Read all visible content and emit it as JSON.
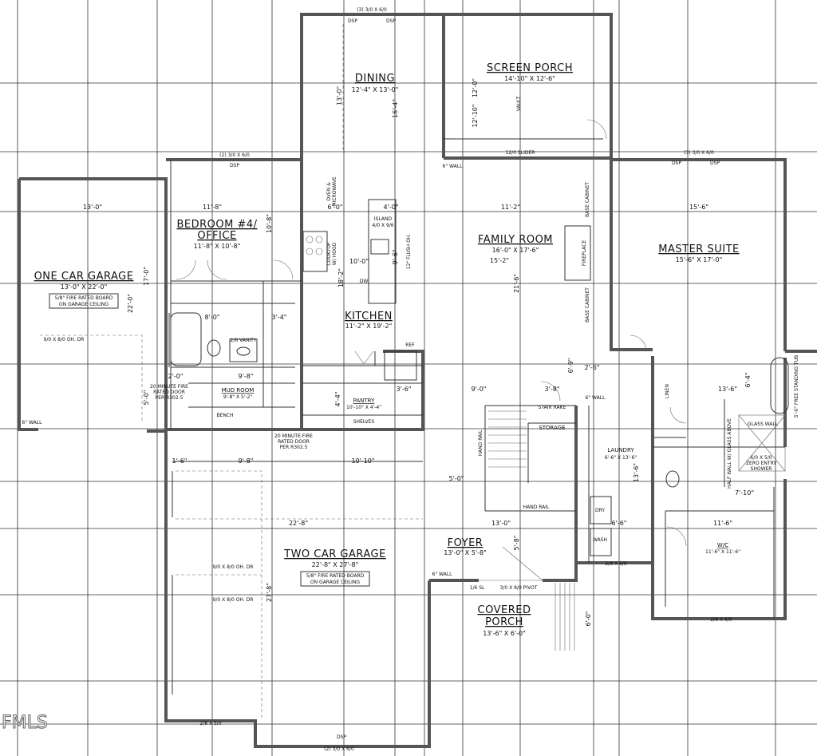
{
  "watermark": "FMLS",
  "rooms": {
    "dining": {
      "name": "DINING",
      "dims": "12'-4\" X 13'-0\""
    },
    "screen_porch": {
      "name": "SCREEN PORCH",
      "dims": "14'-10\" X 12'-6\""
    },
    "bedroom4": {
      "name": "BEDROOM #4/",
      "name2": "OFFICE",
      "dims": "11'-8\" X 10'-8\""
    },
    "one_car_garage": {
      "name": "ONE CAR GARAGE",
      "dims": "13'-0\" X 22'-0\"",
      "note1": "5/8\" FIRE RATED BOARD",
      "note2": "ON GARAGE CEILING"
    },
    "family_room": {
      "name": "FAMILY ROOM",
      "dims": "16'-0\" X 17'-6\""
    },
    "master_suite": {
      "name": "MASTER SUITE",
      "dims": "15'-6\" X 17'-0\""
    },
    "kitchen": {
      "name": "KITCHEN",
      "dims": "11'-2\" X 19'-2\""
    },
    "mud_room": {
      "name": "MUD ROOM",
      "dims": "9'-8\" X 5'-2\""
    },
    "pantry": {
      "name": "PANTRY",
      "dims": "10'-10\" X 4'-4\""
    },
    "laundry": {
      "name": "LAUNDRY",
      "dims": "6'-6\" X 13'-6\""
    },
    "two_car_garage": {
      "name": "TWO CAR GARAGE",
      "dims": "22'-8\" X 27'-8\"",
      "note1": "5/8\" FIRE RATED BOARD",
      "note2": "ON GARAGE CEILING"
    },
    "foyer": {
      "name": "FOYER",
      "dims": "13'-0\" X 5'-8\""
    },
    "covered_porch": {
      "name": "COVERED",
      "name2": "PORCH",
      "dims": "13'-6\" X 6'-0\""
    },
    "wic": {
      "name": "W/C",
      "dims": "11'-6\" X 11'-6\""
    },
    "storage": {
      "name": "STORAGE"
    }
  },
  "labels": {
    "top_win": "(3) 3/0 X 6/0",
    "dsp": "DSP",
    "bed_win": "(2) 3/0 X 6/0",
    "master_win": "(3) 3/0 X 6/0",
    "garage_door_1": "9/0 X 8/0 OH. DR",
    "garage_door_2": "9/0 X 8/0 OH. DR",
    "garage_door_3": "9/0 X 8/0 OH. DR",
    "six_wall": "6\" WALL",
    "island": "ISLAND",
    "island_dims": "4/0 X 9/6",
    "flush_oh": "12\" FLUSH OH.",
    "oven": "OVEN &",
    "microwave": "MICROWAVE",
    "cooktop": "COOKTOP",
    "hood": "W/ HOOD",
    "dw": "DW",
    "ref": "REF",
    "base_cabinet": "BASE CABINET",
    "fireplace": "FIREPLACE",
    "slider": "12/0 SLIDER",
    "vault": "VAULT",
    "fire_door1": "20 MINUTE FIRE",
    "fire_door2": "RATED DOOR",
    "fire_door3": "PER R302.5",
    "bench": "BENCH",
    "vanity": "2/6 VANITY",
    "shelves": "SHELVES",
    "stair_rail": "STAIR RAKE",
    "hand_rail": "HAND RAIL",
    "dry": "DRY",
    "wash": "WASH",
    "linen": "LINEN",
    "glass_wall": "GLASS WALL",
    "free_tub": "5'-0\" FREE STANDING TUB",
    "zero_entry1": "6/0 X 5/0",
    "zero_entry2": "ZERO ENTRY",
    "zero_entry3": "SHOWER",
    "glass_above": "HALF WALL W/ GLASS ABOVE",
    "pivot": "3/0 X 8/0 PIVOT",
    "sl": "1/6 SL",
    "bottom_win": "(2) 3/0 X 6/0",
    "wic_win": "2/8 X 6/0",
    "gar_win": "2/8 X 5/0",
    "laundry_win": "2/8 X 6/0",
    "dim_13_0": "13'-0\"",
    "dim_22_0": "22'-0\"",
    "dim_17_0": "17'-0\"",
    "dim_11_8": "11'-8\"",
    "dim_10_8": "10'-8\"",
    "dim_6_0": "6'-0\"",
    "dim_4_0": "4'-0\"",
    "dim_11_2": "11'-2\"",
    "dim_15_6": "15'-6\"",
    "dim_15_2": "15'-2\"",
    "dim_16_4": "16'-4\"",
    "dim_13_0b": "13'-0\"",
    "dim_12_0": "12'-0\"",
    "dim_10_0": "10'-0\"",
    "dim_9_6": "9'-6\"",
    "dim_18_2": "18'-2\"",
    "dim_21_6": "21'-6\"",
    "dim_8_0": "8'-0\"",
    "dim_3_4": "3'-4\"",
    "dim_9_8": "9'-8\"",
    "dim_2_0": "2'-0\"",
    "dim_5_0": "5'-0\"",
    "dim_9_0": "9'-0\"",
    "dim_3_8": "3'-8\"",
    "dim_2_6": "2'-6\"",
    "dim_10_10": "10'-10\"",
    "dim_22_8": "22'-8\"",
    "dim_27_8": "27'-8\"",
    "dim_1_6": "1'-6\"",
    "dim_13_6": "13'-6\"",
    "dim_6_6": "6'-6\"",
    "dim_11_6": "11'-6\"",
    "dim_5_8": "5'-8\"",
    "dim_6_9": "6'-9\"",
    "dim_13_6b": "13'-6\"",
    "dim_6_4": "6'-4\"",
    "dim_7_10": "7'-10\"",
    "dim_12_10": "12'-10\"",
    "dim_5_0b": "5'-0\"",
    "dim_3_6": "3'-6\"",
    "dim_4_4": "4'-4\""
  }
}
